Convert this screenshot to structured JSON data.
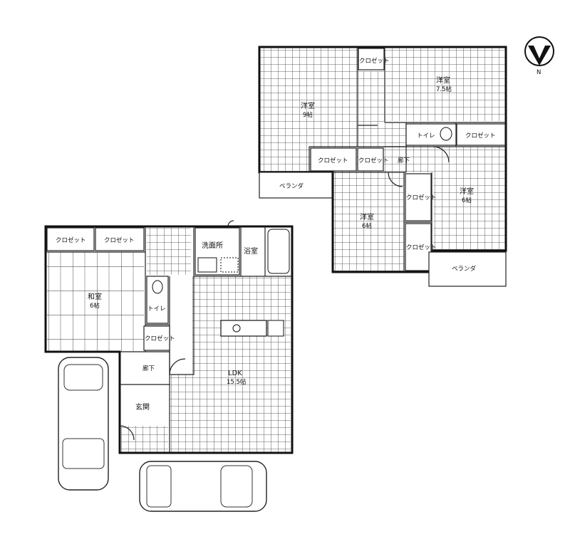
{
  "compass": {
    "north_label": "N"
  },
  "floor1": {
    "rooms": {
      "closet_a": "クロゼット",
      "closet_b": "クロゼット",
      "washroom": "洗面所",
      "bath": "浴室",
      "washitsu": "和室",
      "washitsu_size": "6帖",
      "toilet": "トイレ",
      "closet_c": "クロゼット",
      "corridor": "廊下",
      "ldk": "LDK",
      "ldk_size": "15.5帖",
      "entrance": "玄関"
    }
  },
  "floor2": {
    "rooms": {
      "closet_top": "クロゼット",
      "youshitsu_nw": "洋室",
      "youshitsu_nw_size": "9帖",
      "youshitsu_ne": "洋室",
      "youshitsu_ne_size": "7.5帖",
      "toilet": "トイレ",
      "closet_r": "クロゼット",
      "closet_l": "クロゼット",
      "closet_m": "クロゼット",
      "corridor": "廊下",
      "veranda_w": "ベランダ",
      "youshitsu_s": "洋室",
      "youshitsu_s_size": "6帖",
      "closet_s1": "クロゼット",
      "closet_s2": "クロゼット",
      "youshitsu_e": "洋室",
      "youshitsu_e_size": "6帖",
      "veranda_e": "ベランダ"
    }
  }
}
